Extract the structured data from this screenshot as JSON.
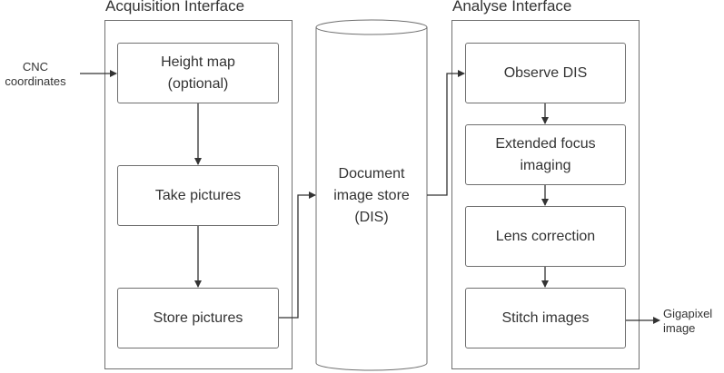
{
  "groups": {
    "acquisition": {
      "title": "Acquisition Interface"
    },
    "analyse": {
      "title": "Analyse Interface"
    }
  },
  "inputs": {
    "cnc": [
      "CNC",
      "coordinates"
    ]
  },
  "outputs": {
    "gigapixel": [
      "Gigapixel",
      "image"
    ]
  },
  "acquisition_steps": {
    "height_map": [
      "Height map",
      "(optional)"
    ],
    "take_pictures": "Take pictures",
    "store_pictures": "Store pictures"
  },
  "store": {
    "lines": [
      "Document",
      "image store",
      "(DIS)"
    ]
  },
  "analyse_steps": {
    "observe": "Observe DIS",
    "extended_focus": [
      "Extended focus",
      "imaging"
    ],
    "lens_correction": "Lens correction",
    "stitch": "Stitch images"
  },
  "colors": {
    "line": "#333333",
    "border": "#6f6f6f",
    "text": "#333333"
  }
}
